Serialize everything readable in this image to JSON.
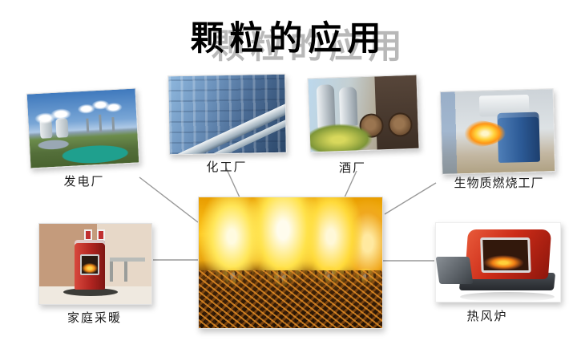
{
  "title": "颗粒的应用",
  "nodes": [
    {
      "id": "power-plant",
      "label": "发电厂"
    },
    {
      "id": "chemical-plant",
      "label": "化工厂"
    },
    {
      "id": "winery",
      "label": "酒厂"
    },
    {
      "id": "biomass-burning-plant",
      "label": "生物质燃烧工厂"
    },
    {
      "id": "home-heating",
      "label": "家庭采暖"
    },
    {
      "id": "hot-air-furnace",
      "label": "热风炉"
    }
  ],
  "colors": {
    "background": "#ffffff",
    "title_text": "#000000",
    "title_shadow": "#b8b8b8",
    "connector_line": "#999999",
    "flame_accent": "#ffc81e"
  }
}
